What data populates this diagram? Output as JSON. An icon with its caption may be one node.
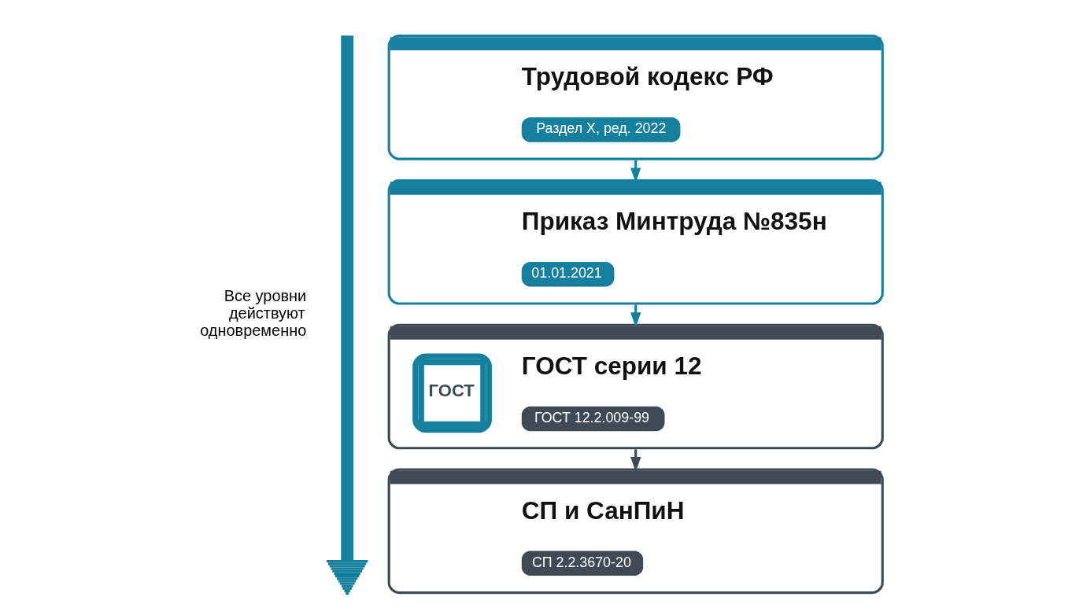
{
  "diagram": {
    "nodes": [
      {
        "text": [],
        "shape": "arrow",
        "beside": [
          "Все уровни действуют одновременно"
        ]
      },
      {
        "text": [
          "Трудовой кодекс РФ",
          "Раздел X, ред. 2022"
        ]
      },
      {
        "text": [
          "Приказ Минтруда №835н",
          "01.01.2021"
        ]
      },
      {
        "text": [
          "ГОСТ",
          "ГОСТ серии 12",
          "ГОСТ 12.2.009-99"
        ]
      },
      {
        "text": [
          "СП и СанПиН",
          "СП 2.2.3670-20"
        ]
      }
    ],
    "edges": [
      {
        "from": 1,
        "to": 2,
        "arrow": "to"
      },
      {
        "from": 2,
        "to": 3,
        "arrow": "to"
      },
      {
        "from": 3,
        "to": 4,
        "arrow": "to",
        "color": "#3e4a54"
      }
    ]
  }
}
